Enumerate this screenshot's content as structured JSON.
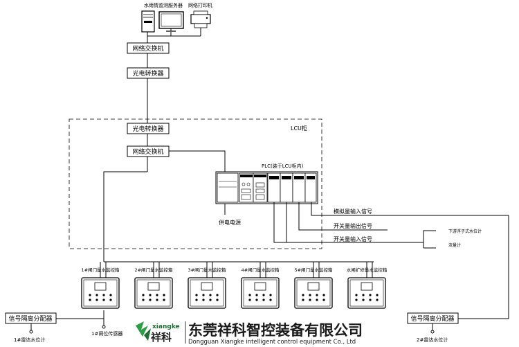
{
  "header": {
    "server_label": "水雨情监测服务器",
    "printer_label": "网络打印机"
  },
  "network": {
    "switch_top": "网络交换机",
    "converter_top": "光电转换器",
    "converter_lcu": "光电转换器",
    "switch_lcu": "网络交换机"
  },
  "lcu": {
    "cabinet_label": "LCU柜",
    "plc_label": "PLC(装于LCU柜内)",
    "power_label": "供电电源"
  },
  "signals": {
    "analog_in": "模拟量输入信号",
    "digital_out": "开关量输出信号",
    "digital_in": "开关量输入信号",
    "float_gauge": "下游浮子式水位计",
    "flowmeter": "流量计"
  },
  "cabinets": [
    {
      "label": "1#闸门量水监控箱"
    },
    {
      "label": "2#闸门量水监控箱"
    },
    {
      "label": "3#闸门量水监控箱"
    },
    {
      "label": "4#闸门量水监控箱"
    },
    {
      "label": "5#闸门量水监控箱"
    },
    {
      "label": "水闸扩修量水监控箱"
    }
  ],
  "isolators": {
    "left": "信号隔离分配器",
    "right": "信号隔离分配器"
  },
  "sensors": {
    "left_level": "1#雷达水位计",
    "gate_position": "1#闸位传感器",
    "right_level": "2#雷达水位计"
  },
  "watermark": {
    "logo_en": "xiangke",
    "logo_cn": "祥科",
    "company_cn": "东莞祥科智控装备有限公司",
    "company_en": "Dongguan Xiangke intelligent control equipment Co., Ltd"
  }
}
